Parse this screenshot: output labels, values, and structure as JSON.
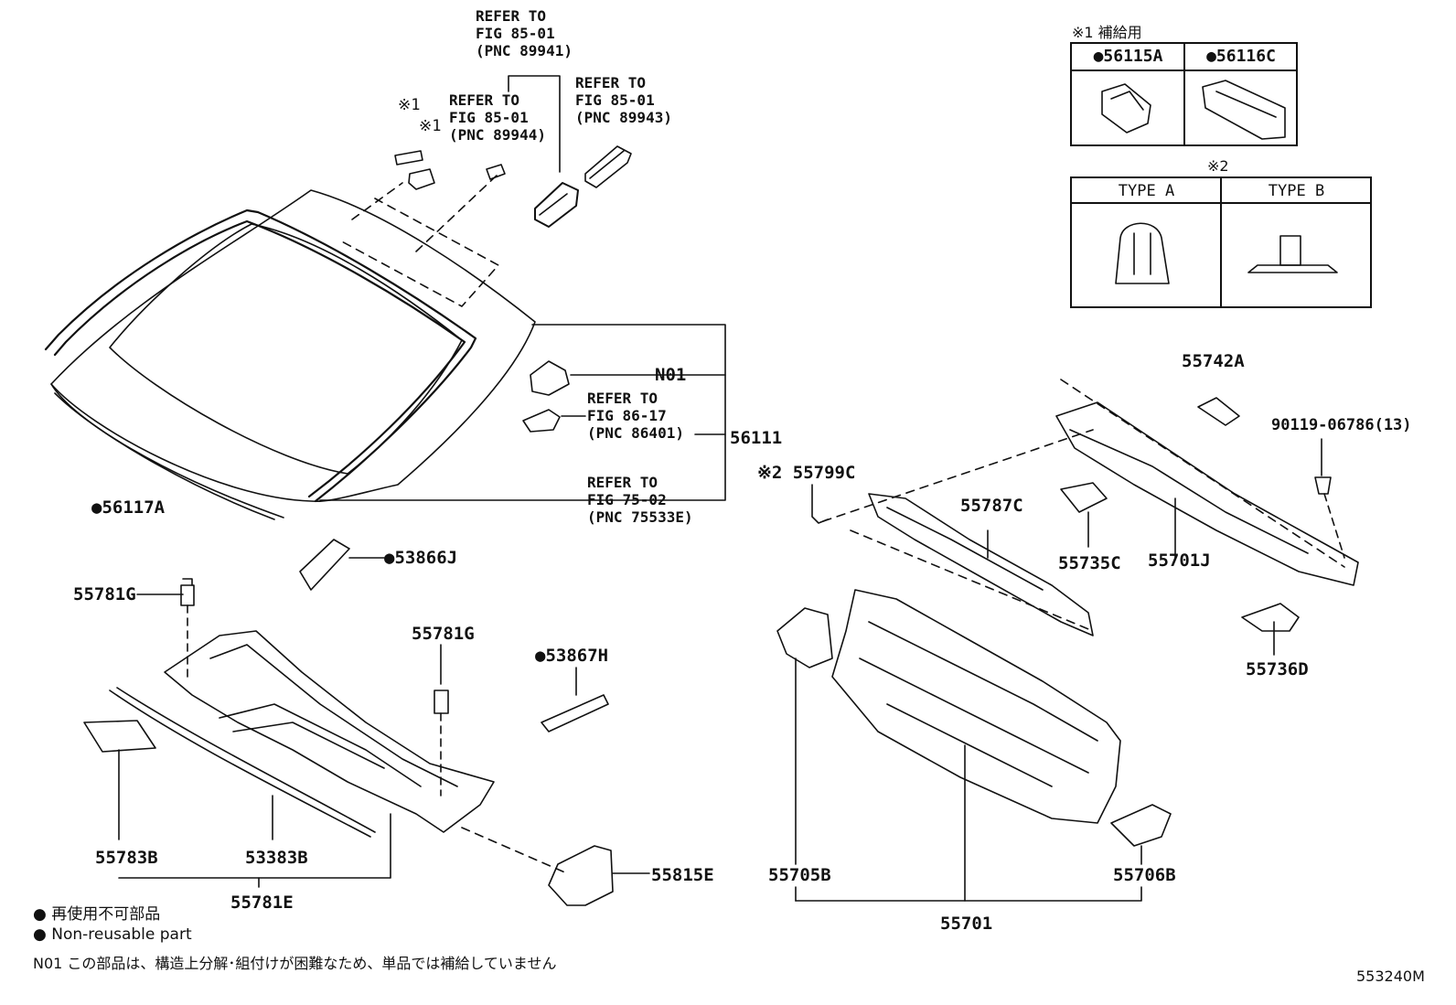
{
  "refs": {
    "ref_89941": "REFER TO\nFIG 85-01\n(PNC 89941)",
    "ref_89944": "REFER TO\nFIG 85-01\n(PNC 89944)",
    "ref_89943": "REFER TO\nFIG 85-01\n(PNC 89943)",
    "ref_86401": "REFER TO\nFIG 86-17\n(PNC 86401)",
    "ref_75533": "REFER TO\nFIG 75-02\n(PNC 75533E)"
  },
  "marks": {
    "kome1_a": "※1",
    "kome1_b": "※1",
    "kome2": "※2"
  },
  "parts": {
    "p56117A": "●56117A",
    "pN01": "N01",
    "p56111": "56111",
    "p53866J": "●53866J",
    "p55781G_left": "55781G",
    "p55781G_mid": "55781G",
    "p53867H": "●53867H",
    "p55783B": "55783B",
    "p53383B": "53383B",
    "p55781E": "55781E",
    "p55815E": "55815E",
    "p55799C": "※2 55799C",
    "p55787C": "55787C",
    "p55735C": "55735C",
    "p55701J": "55701J",
    "p55742A": "55742A",
    "p90119": "90119-06786(13)",
    "p55736D": "55736D",
    "p55705B": "55705B",
    "p55706B": "55706B",
    "p55701": "55701"
  },
  "supply_table": {
    "caption": "※1 補給用",
    "col1": "●56115A",
    "col2": "●56116C"
  },
  "type_table": {
    "caption": "※2",
    "col1": "TYPE A",
    "col2": "TYPE B"
  },
  "legend": {
    "jp": "● 再使用不可部品",
    "en": "● Non-reusable part",
    "note": "N01  この部品は、構造上分解･組付けが困難なため、単品では補給していません"
  },
  "figure_id": "553240M"
}
